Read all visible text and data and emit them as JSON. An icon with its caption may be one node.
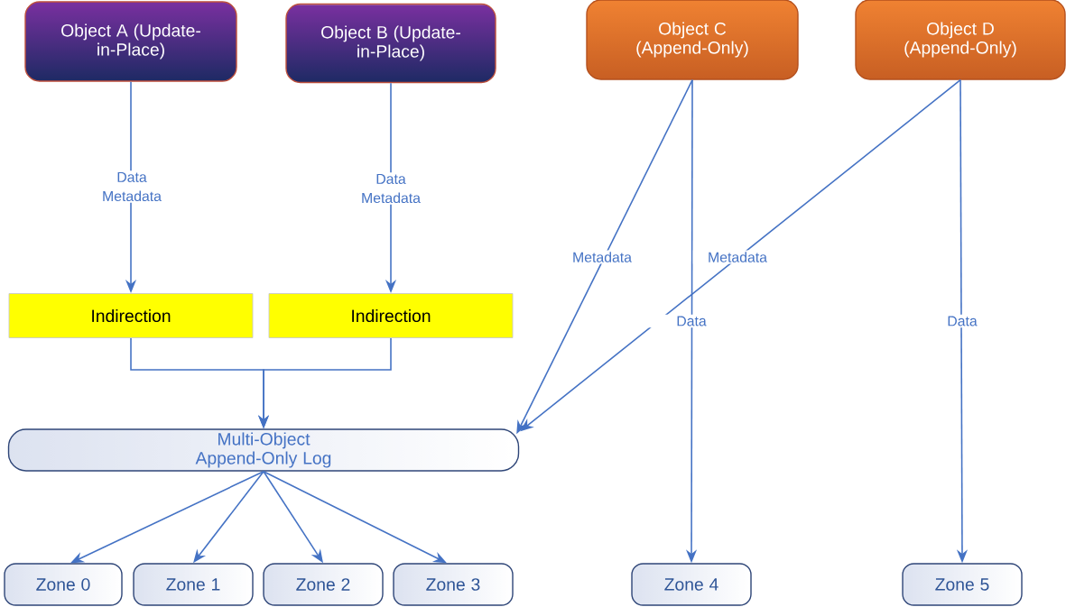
{
  "diagram": {
    "nodes": [
      {
        "text": [
          "Object A (Update-in-Place)"
        ]
      },
      {
        "text": [
          "Object B (Update-in-Place)"
        ]
      },
      {
        "text": [
          "Object C (Append-Only)"
        ]
      },
      {
        "text": [
          "Object D (Append-Only)"
        ]
      },
      {
        "text": [
          "Indirection"
        ]
      },
      {
        "text": [
          "Indirection"
        ]
      },
      {
        "text": [
          "Multi-Object Append-Only Log"
        ]
      },
      {
        "text": [
          "Zone 0"
        ]
      },
      {
        "text": [
          "Zone 1"
        ]
      },
      {
        "text": [
          "Zone 2"
        ]
      },
      {
        "text": [
          "Zone 3"
        ]
      },
      {
        "text": [
          "Zone 4"
        ]
      },
      {
        "text": [
          "Zone 5"
        ]
      }
    ],
    "edges": [
      {
        "from": 0,
        "to": 4,
        "arrow": "to",
        "label": "Data Metadata"
      },
      {
        "from": 1,
        "to": 5,
        "arrow": "to",
        "label": "Data Metadata"
      },
      {
        "from": 4,
        "to": 6,
        "arrow": "to"
      },
      {
        "from": 5,
        "to": 6,
        "arrow": "to"
      },
      {
        "from": 2,
        "to": 6,
        "arrow": "to",
        "label": "Metadata"
      },
      {
        "from": 3,
        "to": 6,
        "arrow": "to",
        "label": "Metadata"
      },
      {
        "from": 2,
        "to": 11,
        "arrow": "to",
        "label": "Data"
      },
      {
        "from": 3,
        "to": 12,
        "arrow": "to",
        "label": "Data"
      },
      {
        "from": 6,
        "to": 7,
        "arrow": "to"
      },
      {
        "from": 6,
        "to": 8,
        "arrow": "to"
      },
      {
        "from": 6,
        "to": 9,
        "arrow": "to"
      },
      {
        "from": 6,
        "to": 10,
        "arrow": "to"
      }
    ]
  }
}
